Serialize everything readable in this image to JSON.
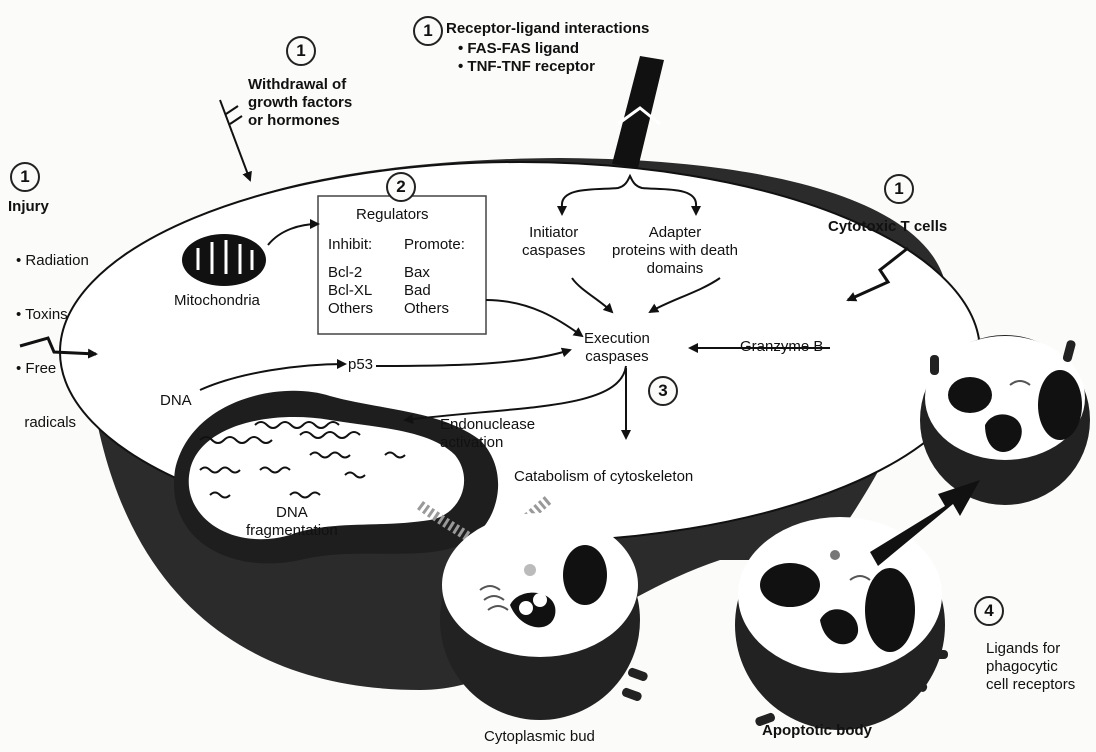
{
  "steps": {
    "withdrawal": "1",
    "receptor": "1",
    "injury": "1",
    "cytotoxic": "1",
    "regulators": "2",
    "execution": "3",
    "ligands": "4"
  },
  "labels": {
    "receptor_title": "Receptor-ligand interactions",
    "receptor_items": [
      "• FAS-FAS ligand",
      "• TNF-TNF receptor"
    ],
    "withdrawal": [
      "Withdrawal of",
      "growth factors",
      "or hormones"
    ],
    "injury_title": "Injury",
    "injury_items": [
      "• Radiation",
      "• Toxins",
      "• Free",
      "  radicals"
    ],
    "cytotoxic": "Cytotoxic T cells",
    "mitochondria": "Mitochondria",
    "regulators": "Regulators",
    "inhibit": "Inhibit:",
    "promote": "Promote:",
    "inhibit_items": [
      "Bcl-2",
      "Bcl-XL",
      "Others"
    ],
    "promote_items": [
      "Bax",
      "Bad",
      "Others"
    ],
    "initiator": [
      "Initiator",
      "caspases"
    ],
    "adapter": [
      "Adapter",
      "proteins with death",
      "domains"
    ],
    "execution": [
      "Execution",
      "caspases"
    ],
    "granzyme": "Granzyme B",
    "p53": "p53",
    "dna": "DNA",
    "endonuclease": [
      "Endonuclease",
      "activation"
    ],
    "catabolism": "Catabolism of cytoskeleton",
    "dna_frag": [
      "DNA",
      "fragmentation"
    ],
    "cytoplasmic_bud": "Cytoplasmic bud",
    "apoptotic_body": "Apoptotic body",
    "ligands": [
      "Ligands for",
      "phagocytic",
      "cell receptors"
    ]
  }
}
